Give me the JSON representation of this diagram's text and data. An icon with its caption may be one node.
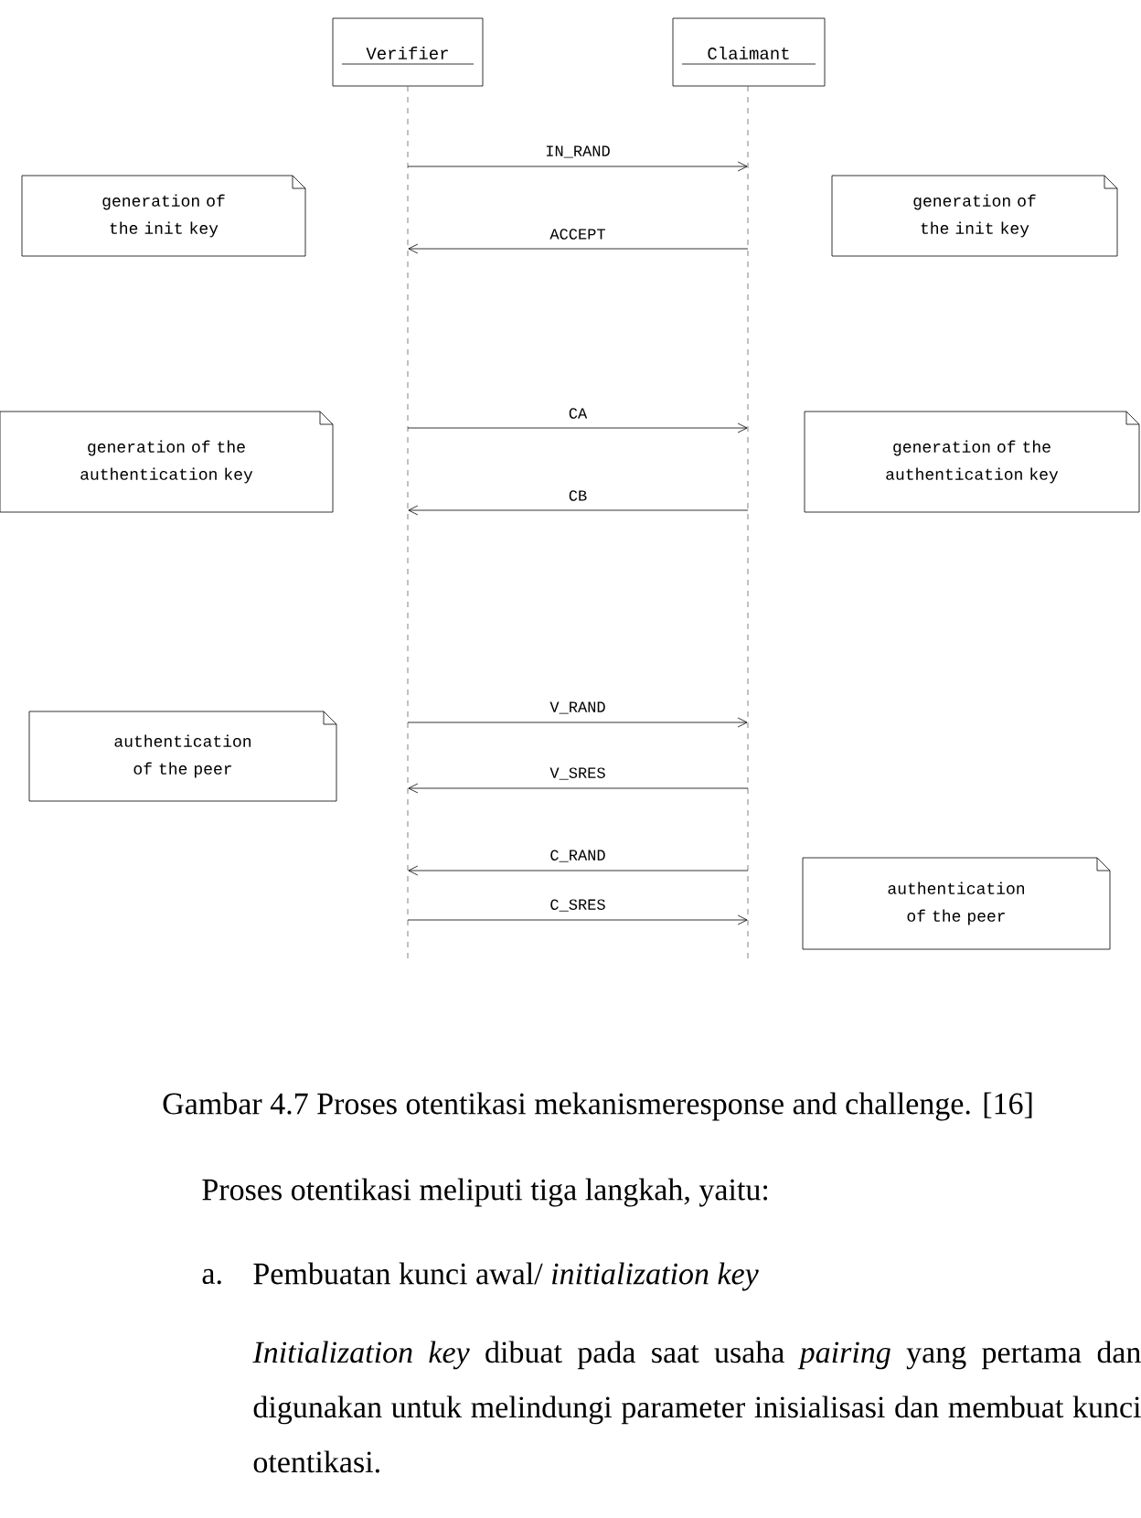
{
  "diagram": {
    "caption": "Gambar 4.7  Proses otentikasi mekanismeresponse and challenge. [16]",
    "nodes": [
      {
        "text": [
          "Verifier"
        ]
      },
      {
        "text": [
          "Claimant"
        ]
      },
      {
        "text": [
          "generation of the init key"
        ]
      },
      {
        "text": [
          "generation of the init key"
        ]
      },
      {
        "text": [
          "generation of the authentication key"
        ]
      },
      {
        "text": [
          "generation of the authentication key"
        ]
      },
      {
        "text": [
          "authentication of the peer"
        ]
      },
      {
        "text": [
          "authentication of the peer"
        ]
      }
    ],
    "edges": [
      {
        "from": 0,
        "to": 1,
        "arrow": "to",
        "label": "IN_RAND"
      },
      {
        "from": 1,
        "to": 0,
        "arrow": "to",
        "label": "ACCEPT"
      },
      {
        "from": 0,
        "to": 1,
        "arrow": "to",
        "label": "CA"
      },
      {
        "from": 1,
        "to": 0,
        "arrow": "to",
        "label": "CB"
      },
      {
        "from": 0,
        "to": 1,
        "arrow": "to",
        "label": "V_RAND"
      },
      {
        "from": 1,
        "to": 0,
        "arrow": "to",
        "label": "V_SRES"
      },
      {
        "from": 1,
        "to": 0,
        "arrow": "to",
        "label": "C_RAND"
      },
      {
        "from": 0,
        "to": 1,
        "arrow": "to",
        "label": "C_SRES"
      }
    ],
    "labels": [
      "Proses otentikasi meliputi tiga langkah, yaitu:",
      "a.",
      "Pembuatan kunci awal/ *initialization key*",
      "*Initialization key* dibuat pada saat usaha *pairing* yang pertama dan digunakan untuk melindungi parameter inisialisasi dan membuat kunci otentikasi."
    ]
  }
}
